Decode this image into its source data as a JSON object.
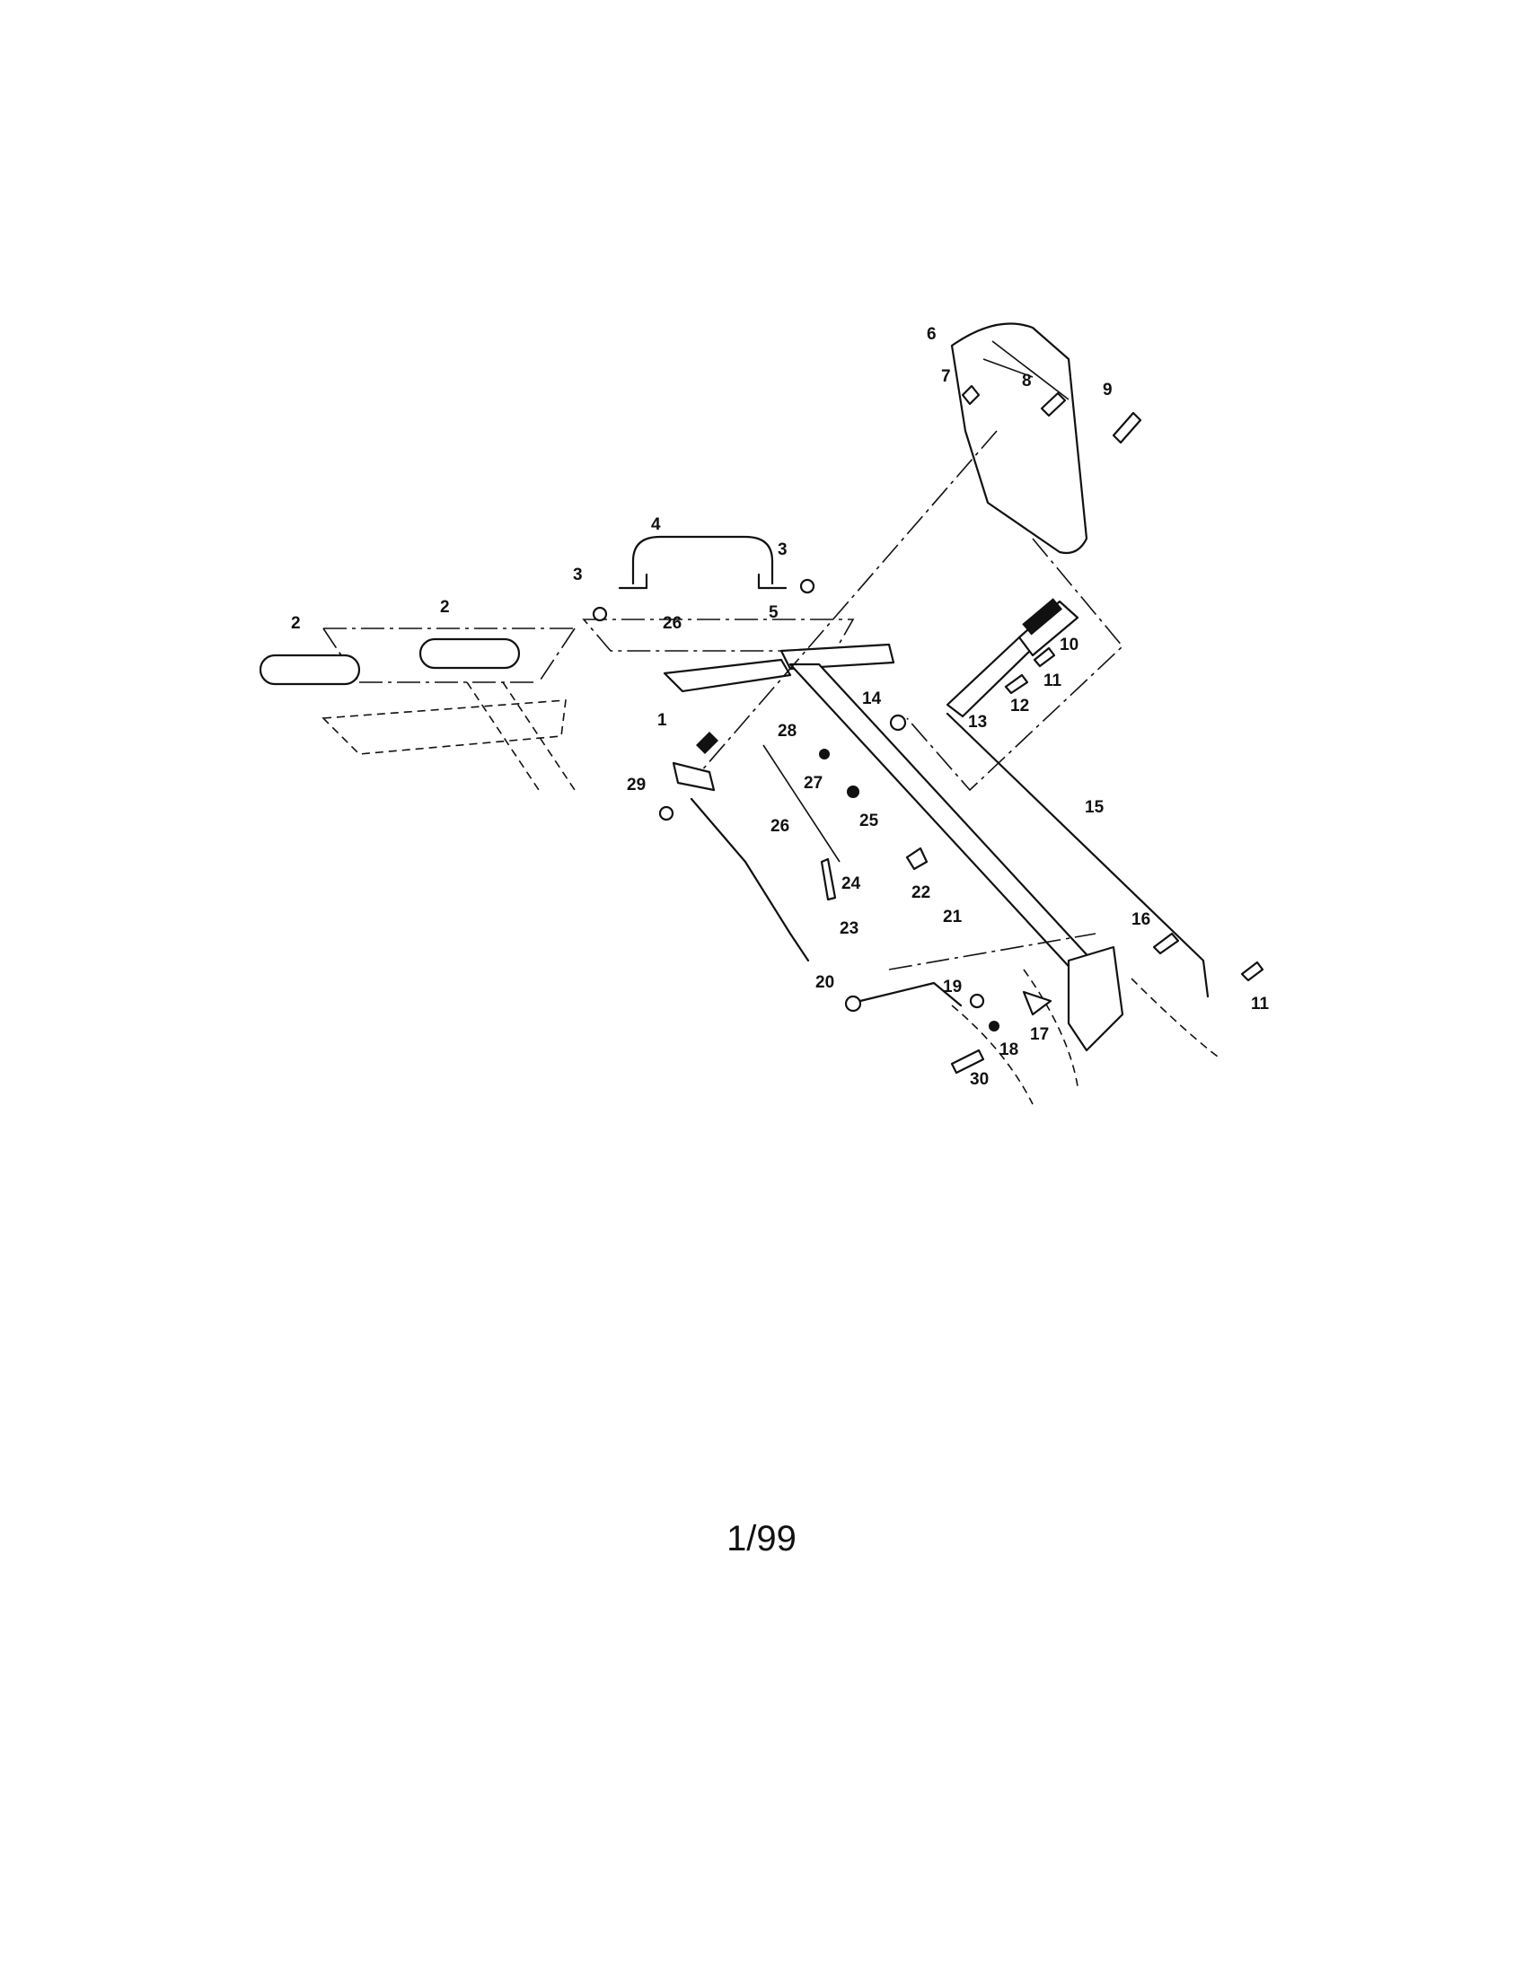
{
  "diagram": {
    "callouts": [
      "1",
      "2",
      "2",
      "3",
      "3",
      "4",
      "5",
      "6",
      "7",
      "8",
      "9",
      "10",
      "11",
      "11",
      "12",
      "13",
      "14",
      "15",
      "16",
      "17",
      "18",
      "19",
      "20",
      "21",
      "22",
      "23",
      "24",
      "25",
      "26",
      "26",
      "27",
      "28",
      "29",
      "30"
    ]
  },
  "footer": {
    "page_number": "1/99"
  }
}
